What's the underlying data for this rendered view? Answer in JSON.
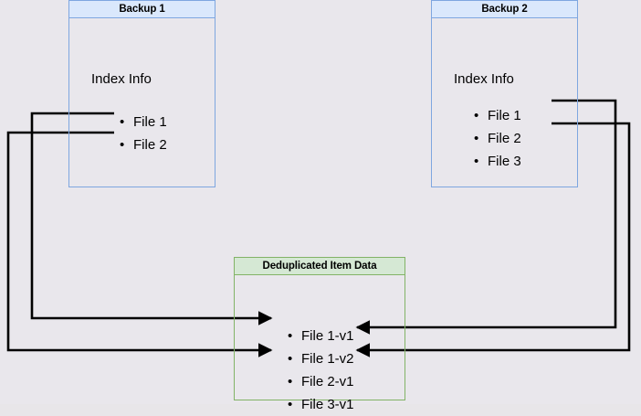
{
  "diagram": {
    "title_hidden": "Backup deduplication index diagram",
    "background_color": "#e9e7ec",
    "colors": {
      "blue_fill": "#dae8fc",
      "blue_stroke": "#7ea6e0",
      "green_fill": "#d5e8d4",
      "green_stroke": "#82b366",
      "edge_stroke": "#000000"
    },
    "nodes": [
      {
        "id": "backup-1",
        "header": "Backup 1",
        "section_label": "Index Info",
        "items": [
          "File 1",
          "File 2"
        ]
      },
      {
        "id": "backup-2",
        "header": "Backup 2",
        "section_label": "Index Info",
        "items": [
          "File 1",
          "File 2",
          "File 3"
        ]
      },
      {
        "id": "dedup",
        "header": "Deduplicated Item Data",
        "items": [
          "File 1-v1",
          "File 1-v2",
          "File 2-v1",
          "File 3-v1"
        ]
      }
    ],
    "edges": [
      {
        "from": "backup-1.File 1",
        "to": "dedup.File 1-v1"
      },
      {
        "from": "backup-1.File 2",
        "to": "dedup.File 2-v1"
      },
      {
        "from": "backup-2.File 1",
        "to": "dedup.File 1-v2"
      },
      {
        "from": "backup-2.File 2",
        "to": "dedup.File 2-v1"
      }
    ]
  }
}
